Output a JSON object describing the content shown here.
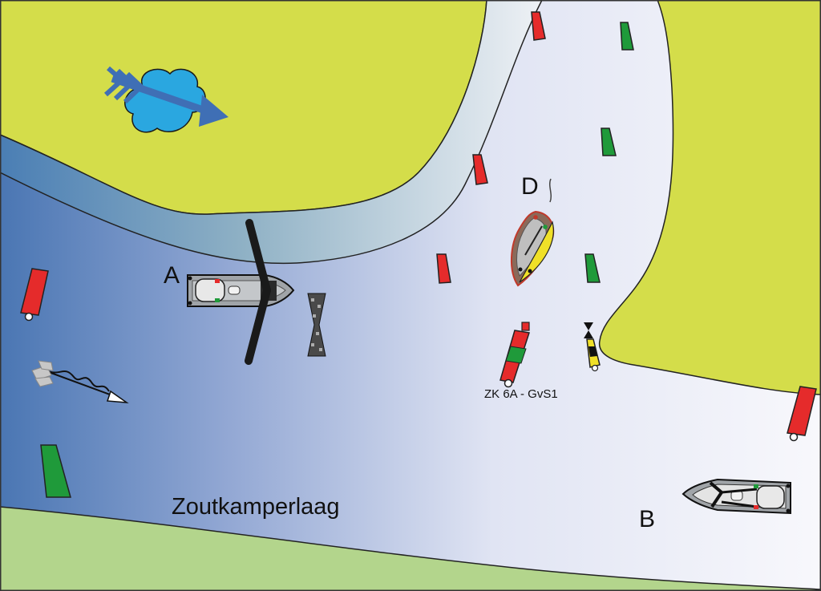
{
  "map": {
    "place_name": "Zoutkamperlaag",
    "vessel_labels": {
      "a": "A",
      "b": "B",
      "d": "D"
    },
    "buoy_label": "ZK 6A - GvS1"
  },
  "symbols": {
    "wind_icon": "wind-arrow-icon",
    "current_icon": "current-arrow-icon",
    "cardinal_icon": "cardinal-buoy-icon",
    "hourglass_icon": "hourglass-sound-signal-icon"
  },
  "colors": {
    "land": "#d4dd4a",
    "land_south": "#b3d58c",
    "water_deep": "#4a76b3",
    "water_shallow": "#f4f5fb",
    "port_buoy": "#e52b2b",
    "starboard_buoy": "#1f9a3a",
    "cardinal_yellow": "#f0e028",
    "cloud": "#2aa7e0",
    "wind_arrow": "#3f6fb5"
  }
}
